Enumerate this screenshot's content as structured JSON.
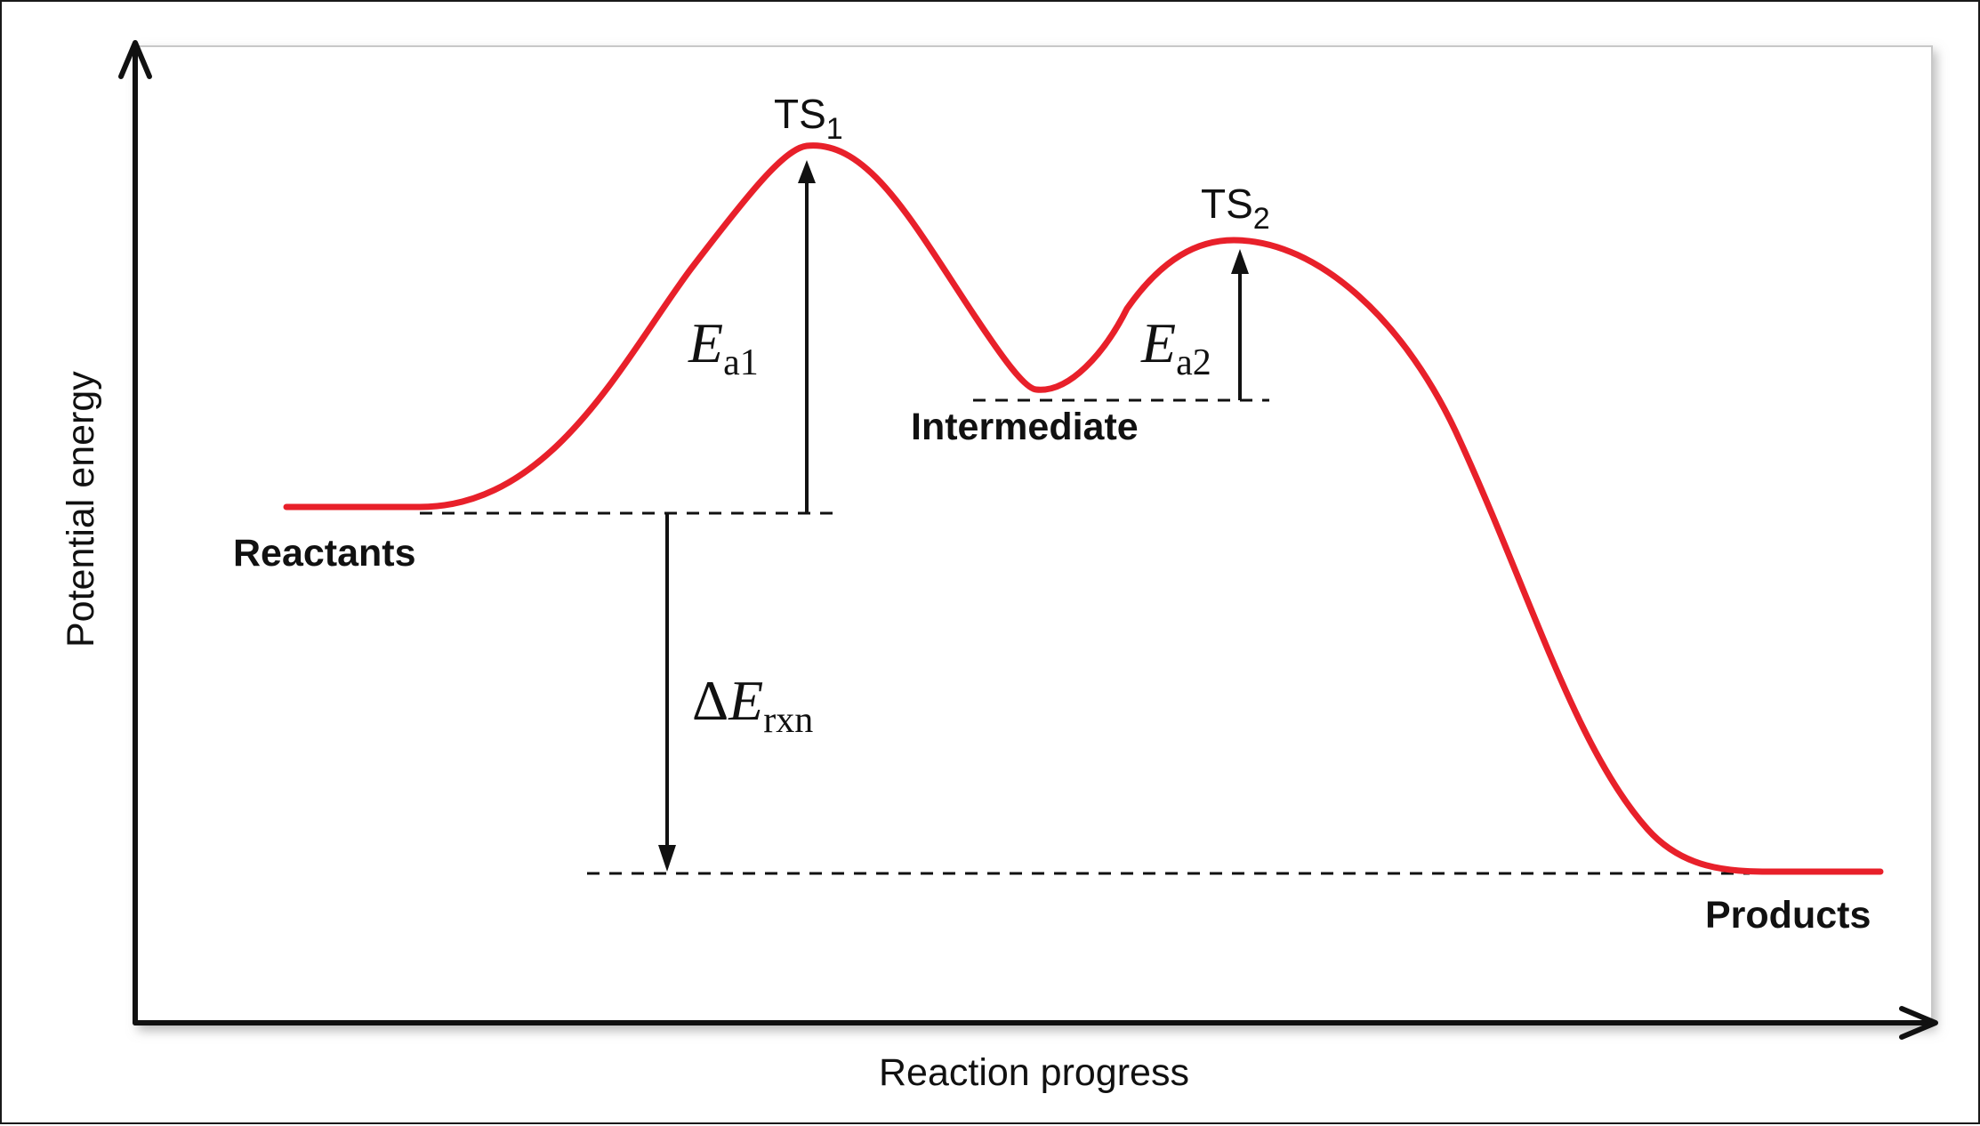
{
  "diagram": {
    "axis_labels": {
      "y": "Potential energy",
      "x": "Reaction progress"
    },
    "states": {
      "reactants": "Reactants",
      "intermediate": "Intermediate",
      "products": "Products",
      "ts1": {
        "main": "TS",
        "sub": "1"
      },
      "ts2": {
        "main": "TS",
        "sub": "2"
      }
    },
    "quantities": {
      "ea1": {
        "symbol": "E",
        "sub": "a1"
      },
      "ea2": {
        "symbol": "E",
        "sub": "a2"
      },
      "de_rxn": {
        "delta": "Δ",
        "symbol": "E",
        "sub": "rxn"
      }
    },
    "colors": {
      "curve": "#e8202a",
      "ink": "#111111",
      "panel_shadow": "#9a9a9a"
    }
  }
}
